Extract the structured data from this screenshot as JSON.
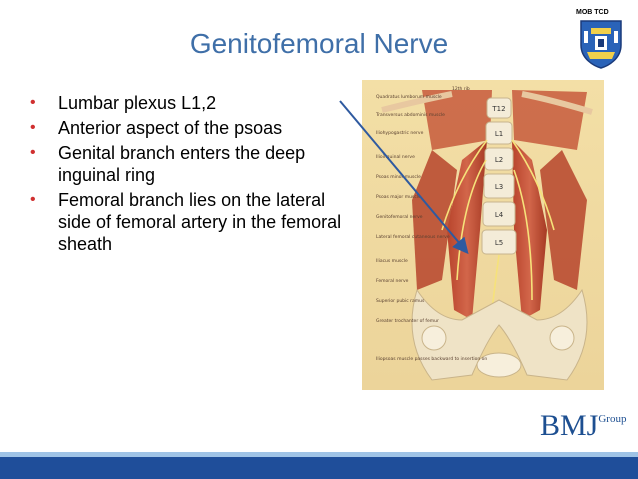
{
  "slide": {
    "title": "Genitofemoral Nerve",
    "corner_label": "MOB TCD",
    "bullets": [
      "Lumbar plexus L1,2",
      "Anterior aspect of the psoas",
      "Genital branch enters the deep inguinal ring",
      "Femoral branch lies on the lateral side of femoral artery in the femoral sheath"
    ],
    "publisher_logo": {
      "main": "BMJ",
      "sup": "Group"
    }
  },
  "figure": {
    "vertebra_labels": [
      "T12",
      "L1",
      "L2",
      "L3",
      "L4",
      "L5"
    ],
    "left_labels": [
      "Quadratus lumborum muscle",
      "Transversus abdominis muscle",
      "Iliohypogastric nerve",
      "Ilioinguinal nerve",
      "Psoas minor muscle",
      "Psoas major muscle",
      "Genitofemoral nerve",
      "Lateral femoral cutaneous nerve",
      "Iliacus muscle",
      "Femoral nerve",
      "Superior pubic ramus",
      "Greater trochanter of femur",
      "Iliopsoas muscle passes backward to insertion on"
    ],
    "top_label": "12th rib"
  },
  "colors": {
    "title": "#3f6fa8",
    "bullet": "#d03030",
    "arrow": "#2f5aa0",
    "bar_light": "#9fc3e6",
    "bar_dark": "#1f4e9a",
    "logo": "#1d4f91"
  }
}
